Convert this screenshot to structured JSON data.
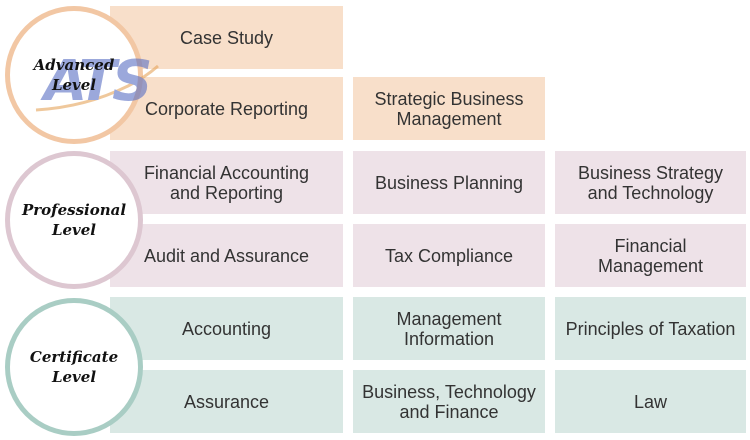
{
  "levels": [
    {
      "label": "Advanced\nLevel",
      "color": "#f2c7a4"
    },
    {
      "label": "Professional\nLevel",
      "color": "#ddc7d1"
    },
    {
      "label": "Certificate\nLevel",
      "color": "#a9cdc4"
    }
  ],
  "advanced": {
    "case_study": "Case Study",
    "corporate_reporting": "Corporate Reporting",
    "strategic_business_management": "Strategic Business\nManagement"
  },
  "professional": {
    "financial_accounting_reporting": "Financial Accounting\nand Reporting",
    "business_planning": "Business Planning",
    "business_strategy_technology": "Business Strategy\nand Technology",
    "audit_assurance": "Audit and Assurance",
    "tax_compliance": "Tax Compliance",
    "financial_management": "Financial\nManagement"
  },
  "certificate": {
    "accounting": "Accounting",
    "management_information": "Management\nInformation",
    "principles_of_taxation": "Principles of Taxation",
    "assurance": "Assurance",
    "business_technology_finance": "Business, Technology\nand Finance",
    "law": "Law"
  },
  "logo": {
    "text": "ATS",
    "color": "#5a6fc4"
  },
  "colors": {
    "advanced_fill": "#f8dfca",
    "professional_fill": "#eee2e8",
    "certificate_fill": "#d9e8e4"
  }
}
